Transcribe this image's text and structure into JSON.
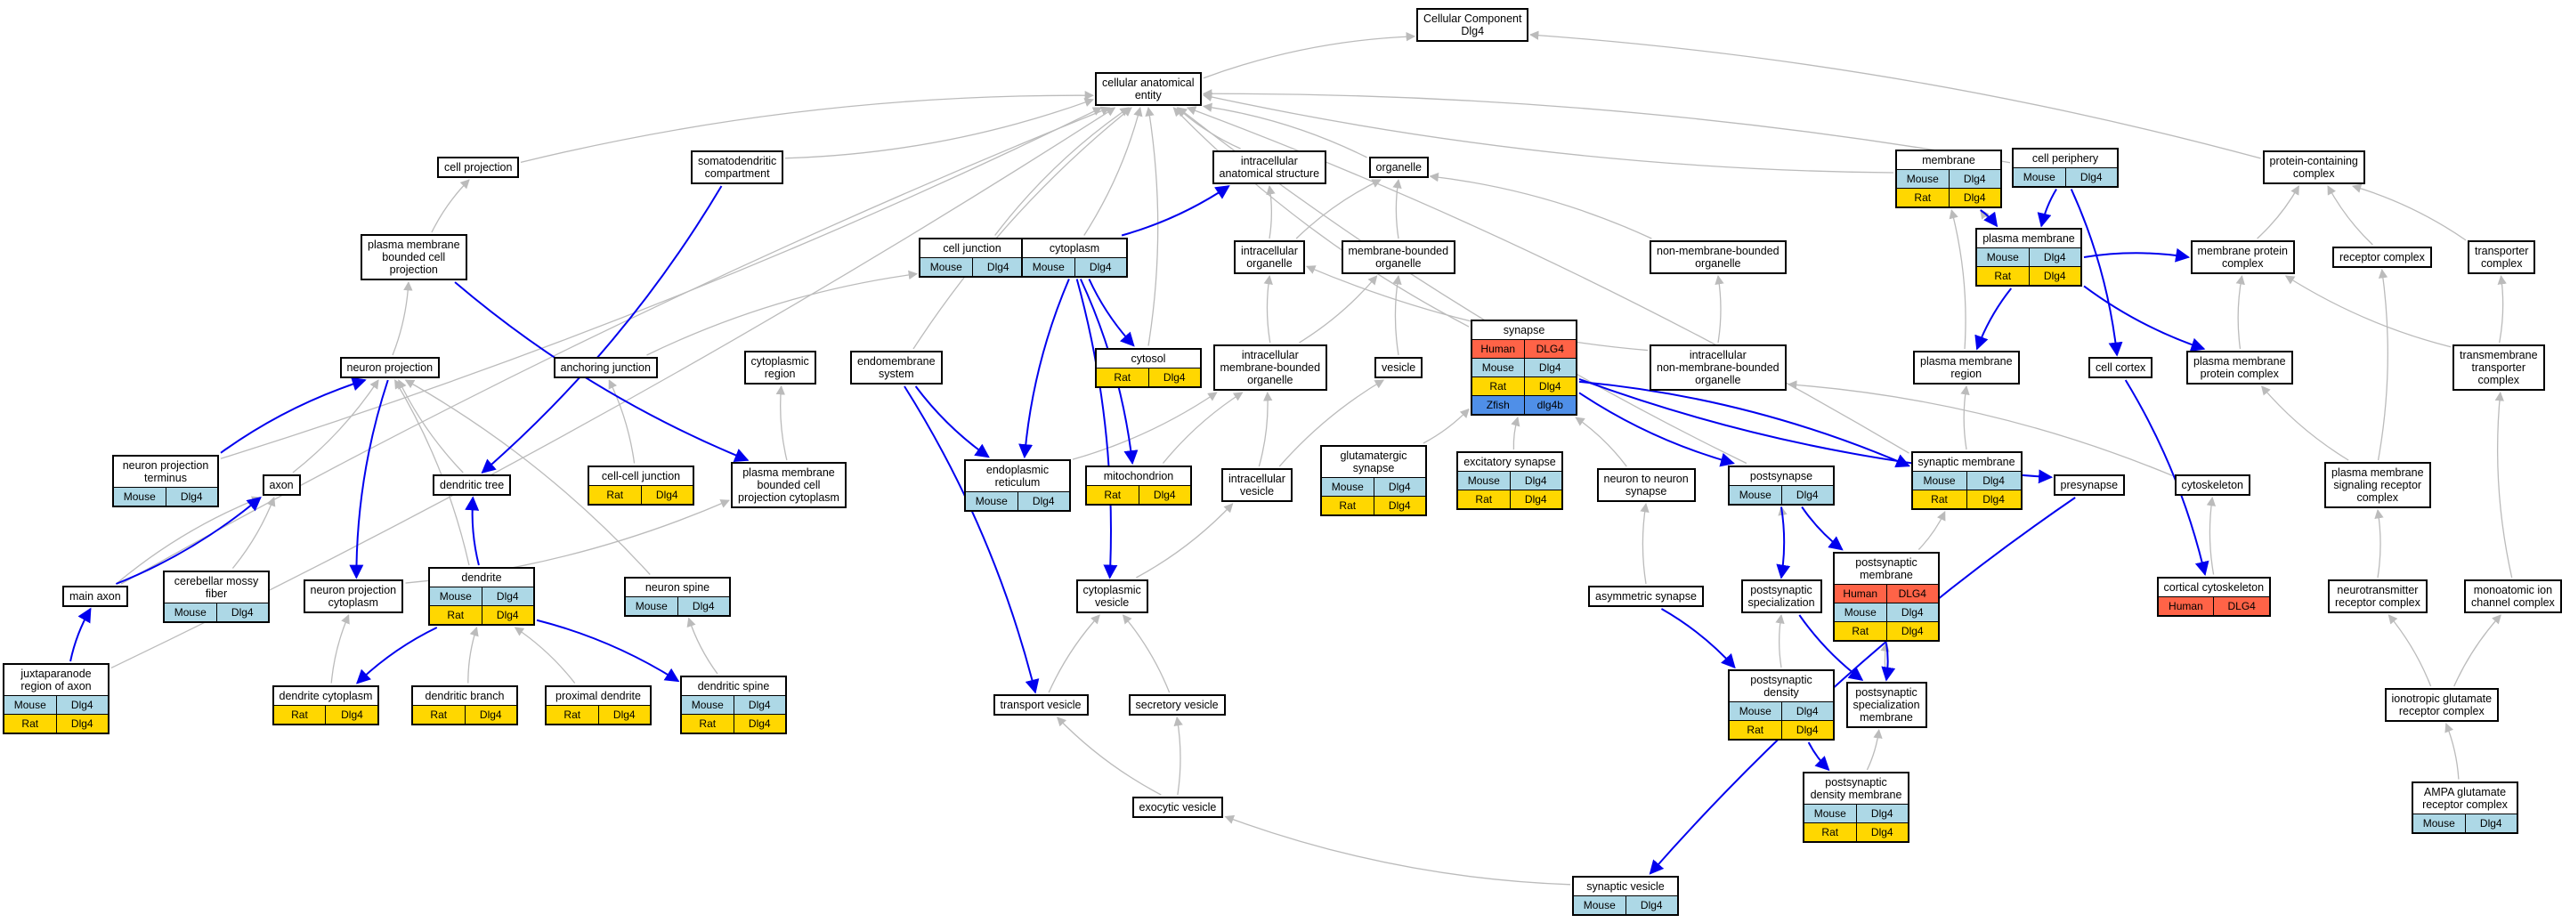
{
  "colors": {
    "isa": "#bbbbbb",
    "partof": "#0000ee",
    "Mouse": "#ADD8E6",
    "Rat": "#FFD700",
    "Human": "#FF6347",
    "Zfish": "#4F8FE8"
  },
  "nodes": [
    {
      "id": "root",
      "title": "Cellular Component\nDlg4",
      "rows": []
    },
    {
      "id": "cae",
      "title": "cellular anatomical\nentity",
      "rows": []
    },
    {
      "id": "cellproj",
      "title": "cell projection",
      "rows": []
    },
    {
      "id": "somato",
      "title": "somatodendritic\ncompartment",
      "rows": []
    },
    {
      "id": "ias",
      "title": "intracellular\nanatomical structure",
      "rows": []
    },
    {
      "id": "organelle",
      "title": "organelle",
      "rows": []
    },
    {
      "id": "membrane",
      "title": "membrane",
      "rows": [
        [
          "Mouse",
          "Dlg4"
        ],
        [
          "Rat",
          "Dlg4"
        ]
      ]
    },
    {
      "id": "cellperiph",
      "title": "cell periphery",
      "rows": [
        [
          "Mouse",
          "Dlg4"
        ]
      ]
    },
    {
      "id": "protcontain",
      "title": "protein-containing\ncomplex",
      "rows": []
    },
    {
      "id": "pmbcp",
      "title": "plasma membrane\nbounded cell\nprojection",
      "rows": []
    },
    {
      "id": "celljunction",
      "title": "cell junction",
      "rows": [
        [
          "Mouse",
          "Dlg4"
        ]
      ]
    },
    {
      "id": "cytoplasm",
      "title": "cytoplasm",
      "rows": [
        [
          "Mouse",
          "Dlg4"
        ]
      ]
    },
    {
      "id": "intraorg",
      "title": "intracellular\norganelle",
      "rows": []
    },
    {
      "id": "membounded",
      "title": "membrane-bounded\norganelle",
      "rows": []
    },
    {
      "id": "nonmem",
      "title": "non-membrane-bounded\norganelle",
      "rows": []
    },
    {
      "id": "plasmamem",
      "title": "plasma membrane",
      "rows": [
        [
          "Mouse",
          "Dlg4"
        ],
        [
          "Rat",
          "Dlg4"
        ]
      ]
    },
    {
      "id": "memprotcx",
      "title": "membrane protein\ncomplex",
      "rows": []
    },
    {
      "id": "receptorcx",
      "title": "receptor complex",
      "rows": []
    },
    {
      "id": "transportercx",
      "title": "transporter\ncomplex",
      "rows": []
    },
    {
      "id": "neuronproj",
      "title": "neuron projection",
      "rows": []
    },
    {
      "id": "anchoring",
      "title": "anchoring junction",
      "rows": []
    },
    {
      "id": "cytoregion",
      "title": "cytoplasmic\nregion",
      "rows": []
    },
    {
      "id": "endomem",
      "title": "endomembrane\nsystem",
      "rows": []
    },
    {
      "id": "cytosol",
      "title": "cytosol",
      "rows": [
        [
          "Rat",
          "Dlg4"
        ]
      ]
    },
    {
      "id": "imbo",
      "title": "intracellular\nmembrane-bounded\norganelle",
      "rows": []
    },
    {
      "id": "synapse",
      "title": "synapse",
      "rows": [
        [
          "Human",
          "DLG4"
        ],
        [
          "Mouse",
          "Dlg4"
        ],
        [
          "Rat",
          "Dlg4"
        ],
        [
          "Zfish",
          "dlg4b"
        ]
      ]
    },
    {
      "id": "inmbo",
      "title": "intracellular\nnon-membrane-bounded\norganelle",
      "rows": []
    },
    {
      "id": "pmregion",
      "title": "plasma membrane\nregion",
      "rows": []
    },
    {
      "id": "cellcortex",
      "title": "cell cortex",
      "rows": []
    },
    {
      "id": "pmprotcx",
      "title": "plasma membrane\nprotein complex",
      "rows": []
    },
    {
      "id": "tmtransporter",
      "title": "transmembrane\ntransporter\ncomplex",
      "rows": []
    },
    {
      "id": "vesicle",
      "title": "vesicle",
      "rows": []
    },
    {
      "id": "npterminus",
      "title": "neuron projection\nterminus",
      "rows": [
        [
          "Mouse",
          "Dlg4"
        ]
      ]
    },
    {
      "id": "axon",
      "title": "axon",
      "rows": []
    },
    {
      "id": "dendtree",
      "title": "dendritic tree",
      "rows": []
    },
    {
      "id": "ccjunction",
      "title": "cell-cell junction",
      "rows": [
        [
          "Rat",
          "Dlg4"
        ]
      ]
    },
    {
      "id": "pmbcpcyto",
      "title": "plasma membrane\nbounded cell\nprojection cytoplasm",
      "rows": []
    },
    {
      "id": "er",
      "title": "endoplasmic\nreticulum",
      "rows": [
        [
          "Mouse",
          "Dlg4"
        ]
      ]
    },
    {
      "id": "mito",
      "title": "mitochondrion",
      "rows": [
        [
          "Rat",
          "Dlg4"
        ]
      ]
    },
    {
      "id": "icvesicle",
      "title": "intracellular\nvesicle",
      "rows": []
    },
    {
      "id": "glutsyn",
      "title": "glutamatergic\nsynapse",
      "rows": [
        [
          "Mouse",
          "Dlg4"
        ],
        [
          "Rat",
          "Dlg4"
        ]
      ]
    },
    {
      "id": "excsyn",
      "title": "excitatory synapse",
      "rows": [
        [
          "Mouse",
          "Dlg4"
        ],
        [
          "Rat",
          "Dlg4"
        ]
      ]
    },
    {
      "id": "n2n",
      "title": "neuron to neuron\nsynapse",
      "rows": []
    },
    {
      "id": "postsynapse",
      "title": "postsynapse",
      "rows": [
        [
          "Mouse",
          "Dlg4"
        ]
      ]
    },
    {
      "id": "synmem",
      "title": "synaptic membrane",
      "rows": [
        [
          "Mouse",
          "Dlg4"
        ],
        [
          "Rat",
          "Dlg4"
        ]
      ]
    },
    {
      "id": "presynapse",
      "title": "presynapse",
      "rows": []
    },
    {
      "id": "cytoskeleton",
      "title": "cytoskeleton",
      "rows": []
    },
    {
      "id": "pmsignal",
      "title": "plasma membrane\nsignaling receptor\ncomplex",
      "rows": []
    },
    {
      "id": "mainaxon",
      "title": "main axon",
      "rows": []
    },
    {
      "id": "cmfiber",
      "title": "cerebellar mossy\nfiber",
      "rows": [
        [
          "Mouse",
          "Dlg4"
        ]
      ]
    },
    {
      "id": "npcyto",
      "title": "neuron projection\ncytoplasm",
      "rows": []
    },
    {
      "id": "dendrite",
      "title": "dendrite",
      "rows": [
        [
          "Mouse",
          "Dlg4"
        ],
        [
          "Rat",
          "Dlg4"
        ]
      ]
    },
    {
      "id": "nspine",
      "title": "neuron spine",
      "rows": [
        [
          "Mouse",
          "Dlg4"
        ]
      ]
    },
    {
      "id": "cytovesicle",
      "title": "cytoplasmic\nvesicle",
      "rows": []
    },
    {
      "id": "asymsyn",
      "title": "asymmetric synapse",
      "rows": []
    },
    {
      "id": "psspec",
      "title": "postsynaptic\nspecialization",
      "rows": []
    },
    {
      "id": "psmem",
      "title": "postsynaptic\nmembrane",
      "rows": [
        [
          "Human",
          "DLG4"
        ],
        [
          "Mouse",
          "Dlg4"
        ],
        [
          "Rat",
          "Dlg4"
        ]
      ]
    },
    {
      "id": "corticalcsk",
      "title": "cortical cytoskeleton",
      "rows": [
        [
          "Human",
          "DLG4"
        ]
      ]
    },
    {
      "id": "ntreceptor",
      "title": "neurotransmitter\nreceptor complex",
      "rows": []
    },
    {
      "id": "monoion",
      "title": "monoatomic ion\nchannel complex",
      "rows": []
    },
    {
      "id": "jpra",
      "title": "juxtaparanode\nregion of axon",
      "rows": [
        [
          "Mouse",
          "Dlg4"
        ],
        [
          "Rat",
          "Dlg4"
        ]
      ]
    },
    {
      "id": "dendcyto",
      "title": "dendrite cytoplasm",
      "rows": [
        [
          "Rat",
          "Dlg4"
        ]
      ]
    },
    {
      "id": "dendbranch",
      "title": "dendritic branch",
      "rows": [
        [
          "Rat",
          "Dlg4"
        ]
      ]
    },
    {
      "id": "proxdend",
      "title": "proximal dendrite",
      "rows": [
        [
          "Rat",
          "Dlg4"
        ]
      ]
    },
    {
      "id": "dendspine",
      "title": "dendritic spine",
      "rows": [
        [
          "Mouse",
          "Dlg4"
        ],
        [
          "Rat",
          "Dlg4"
        ]
      ]
    },
    {
      "id": "transportves",
      "title": "transport vesicle",
      "rows": []
    },
    {
      "id": "secretoryves",
      "title": "secretory vesicle",
      "rows": []
    },
    {
      "id": "psd",
      "title": "postsynaptic\ndensity",
      "rows": [
        [
          "Mouse",
          "Dlg4"
        ],
        [
          "Rat",
          "Dlg4"
        ]
      ]
    },
    {
      "id": "psspecmem",
      "title": "postsynaptic\nspecialization\nmembrane",
      "rows": []
    },
    {
      "id": "ionglut",
      "title": "ionotropic glutamate\nreceptor complex",
      "rows": []
    },
    {
      "id": "exocytic",
      "title": "exocytic vesicle",
      "rows": []
    },
    {
      "id": "psdmem",
      "title": "postsynaptic\ndensity membrane",
      "rows": [
        [
          "Mouse",
          "Dlg4"
        ],
        [
          "Rat",
          "Dlg4"
        ]
      ]
    },
    {
      "id": "ampa",
      "title": "AMPA glutamate\nreceptor complex",
      "rows": [
        [
          "Mouse",
          "Dlg4"
        ]
      ]
    },
    {
      "id": "synves",
      "title": "synaptic vesicle",
      "rows": [
        [
          "Mouse",
          "Dlg4"
        ]
      ]
    }
  ],
  "edges": [
    [
      "cae",
      "root",
      "isa"
    ],
    [
      "protcontain",
      "root",
      "isa"
    ],
    [
      "cellproj",
      "cae",
      "isa"
    ],
    [
      "somato",
      "cae",
      "isa"
    ],
    [
      "ias",
      "cae",
      "isa"
    ],
    [
      "organelle",
      "cae",
      "isa"
    ],
    [
      "membrane",
      "cae",
      "isa"
    ],
    [
      "cellperiph",
      "cae",
      "isa"
    ],
    [
      "celljunction",
      "cae",
      "isa"
    ],
    [
      "cytoplasm",
      "cae",
      "isa"
    ],
    [
      "endomem",
      "cae",
      "isa"
    ],
    [
      "cytosol",
      "cae",
      "isa"
    ],
    [
      "synapse",
      "cae",
      "isa"
    ],
    [
      "npterminus",
      "cae",
      "isa"
    ],
    [
      "mainaxon",
      "cae",
      "isa"
    ],
    [
      "jpra",
      "cae",
      "isa"
    ],
    [
      "postsynapse",
      "cae",
      "isa"
    ],
    [
      "synmem",
      "cae",
      "isa"
    ],
    [
      "pmbcp",
      "cellproj",
      "isa"
    ],
    [
      "neuronproj",
      "pmbcp",
      "isa"
    ],
    [
      "intraorg",
      "organelle",
      "isa"
    ],
    [
      "intraorg",
      "ias",
      "isa"
    ],
    [
      "membounded",
      "organelle",
      "isa"
    ],
    [
      "nonmem",
      "organelle",
      "isa"
    ],
    [
      "imbo",
      "intraorg",
      "isa"
    ],
    [
      "imbo",
      "membounded",
      "isa"
    ],
    [
      "inmbo",
      "intraorg",
      "isa"
    ],
    [
      "inmbo",
      "nonmem",
      "isa"
    ],
    [
      "vesicle",
      "membounded",
      "isa"
    ],
    [
      "icvesicle",
      "imbo",
      "isa"
    ],
    [
      "icvesicle",
      "vesicle",
      "isa"
    ],
    [
      "memprotcx",
      "protcontain",
      "isa"
    ],
    [
      "receptorcx",
      "protcontain",
      "isa"
    ],
    [
      "transportercx",
      "protcontain",
      "isa"
    ],
    [
      "pmprotcx",
      "memprotcx",
      "isa"
    ],
    [
      "pmsignal",
      "receptorcx",
      "isa"
    ],
    [
      "pmsignal",
      "pmprotcx",
      "isa"
    ],
    [
      "tmtransporter",
      "transportercx",
      "isa"
    ],
    [
      "tmtransporter",
      "memprotcx",
      "isa"
    ],
    [
      "ntreceptor",
      "pmsignal",
      "isa"
    ],
    [
      "monoion",
      "tmtransporter",
      "isa"
    ],
    [
      "ionglut",
      "ntreceptor",
      "isa"
    ],
    [
      "ionglut",
      "monoion",
      "isa"
    ],
    [
      "ampa",
      "ionglut",
      "isa"
    ],
    [
      "plasmamem",
      "membrane",
      "isa"
    ],
    [
      "pmregion",
      "membrane",
      "isa"
    ],
    [
      "synmem",
      "pmregion",
      "isa"
    ],
    [
      "psmem",
      "synmem",
      "isa"
    ],
    [
      "psspecmem",
      "psmem",
      "isa"
    ],
    [
      "psdmem",
      "psspecmem",
      "isa"
    ],
    [
      "anchoring",
      "celljunction",
      "isa"
    ],
    [
      "ccjunction",
      "anchoring",
      "isa"
    ],
    [
      "pmbcpcyto",
      "cytoregion",
      "isa"
    ],
    [
      "npcyto",
      "pmbcpcyto",
      "isa"
    ],
    [
      "dendcyto",
      "npcyto",
      "isa"
    ],
    [
      "axon",
      "neuronproj",
      "isa"
    ],
    [
      "dendtree",
      "neuronproj",
      "isa"
    ],
    [
      "dendrite",
      "neuronproj",
      "isa"
    ],
    [
      "npterminus",
      "neuronproj",
      "isa"
    ],
    [
      "nspine",
      "neuronproj",
      "isa"
    ],
    [
      "mainaxon",
      "axon",
      "isa"
    ],
    [
      "cmfiber",
      "axon",
      "isa"
    ],
    [
      "dendbranch",
      "dendrite",
      "isa"
    ],
    [
      "proxdend",
      "dendrite",
      "isa"
    ],
    [
      "dendspine",
      "nspine",
      "isa"
    ],
    [
      "glutsyn",
      "synapse",
      "isa"
    ],
    [
      "excsyn",
      "synapse",
      "isa"
    ],
    [
      "n2n",
      "synapse",
      "isa"
    ],
    [
      "asymsyn",
      "n2n",
      "isa"
    ],
    [
      "psspec",
      "postsynapse",
      "isa"
    ],
    [
      "psd",
      "psspec",
      "isa"
    ],
    [
      "cytoskeleton",
      "inmbo",
      "isa"
    ],
    [
      "corticalcsk",
      "cytoskeleton",
      "isa"
    ],
    [
      "cytovesicle",
      "icvesicle",
      "isa"
    ],
    [
      "transportves",
      "cytovesicle",
      "isa"
    ],
    [
      "secretoryves",
      "cytovesicle",
      "isa"
    ],
    [
      "exocytic",
      "transportves",
      "isa"
    ],
    [
      "exocytic",
      "secretoryves",
      "isa"
    ],
    [
      "synves",
      "exocytic",
      "isa"
    ],
    [
      "er",
      "imbo",
      "isa"
    ],
    [
      "mito",
      "imbo",
      "isa"
    ],
    [
      "cytoplasm",
      "ias",
      "partof"
    ],
    [
      "somato",
      "dendtree",
      "partof"
    ],
    [
      "pmbcp",
      "pmbcpcyto",
      "partof"
    ],
    [
      "npterminus",
      "neuronproj",
      "partof"
    ],
    [
      "mainaxon",
      "axon",
      "partof"
    ],
    [
      "jpra",
      "mainaxon",
      "partof"
    ],
    [
      "neuronproj",
      "npcyto",
      "partof"
    ],
    [
      "dendrite",
      "dendtree",
      "partof"
    ],
    [
      "dendrite",
      "dendcyto",
      "partof"
    ],
    [
      "dendrite",
      "dendspine",
      "partof"
    ],
    [
      "cytoplasm",
      "er",
      "partof"
    ],
    [
      "cytoplasm",
      "mito",
      "partof"
    ],
    [
      "cytoplasm",
      "cytosol",
      "partof"
    ],
    [
      "cytoplasm",
      "cytovesicle",
      "partof"
    ],
    [
      "endomem",
      "er",
      "partof"
    ],
    [
      "endomem",
      "transportves",
      "partof"
    ],
    [
      "synapse",
      "postsynapse",
      "partof"
    ],
    [
      "synapse",
      "synmem",
      "partof"
    ],
    [
      "synapse",
      "presynapse",
      "partof"
    ],
    [
      "postsynapse",
      "psspec",
      "partof"
    ],
    [
      "postsynapse",
      "psmem",
      "partof"
    ],
    [
      "psmem",
      "psspecmem",
      "partof"
    ],
    [
      "psspec",
      "psspecmem",
      "partof"
    ],
    [
      "asymsyn",
      "psd",
      "partof"
    ],
    [
      "psd",
      "psdmem",
      "partof"
    ],
    [
      "membrane",
      "plasmamem",
      "partof"
    ],
    [
      "plasmamem",
      "pmregion",
      "partof"
    ],
    [
      "plasmamem",
      "memprotcx",
      "partof"
    ],
    [
      "cellperiph",
      "plasmamem",
      "partof"
    ],
    [
      "cellperiph",
      "cellcortex",
      "partof"
    ],
    [
      "plasmamem",
      "pmprotcx",
      "partof"
    ],
    [
      "cellcortex",
      "corticalcsk",
      "partof"
    ],
    [
      "presynapse",
      "synves",
      "partof"
    ]
  ]
}
